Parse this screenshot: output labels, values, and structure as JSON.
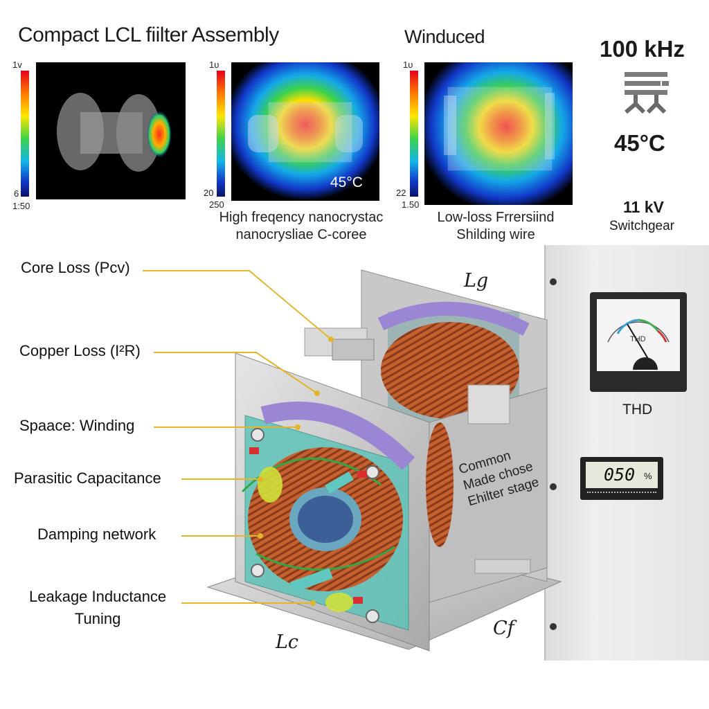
{
  "header": {
    "title": "Compact LCL fiilter Assembly",
    "panel3_title": "Winduced",
    "frequency": "100 kHz",
    "temperature": "45°C"
  },
  "thermal_panels": [
    {
      "scale_top": "1v",
      "scale_mid": "6",
      "scale_bottom": "1:50"
    },
    {
      "scale_top": "1υ",
      "scale_mid": "20",
      "scale_bottom": "250",
      "overlay_temp": "45°C",
      "caption_line1": "High freqency nanocrystac",
      "caption_line2": "nanocrysliae C-coree"
    },
    {
      "scale_top": "1υ",
      "scale_mid": "22",
      "scale_bottom": "1.50",
      "caption_line1": "Low-loss Frrersiind",
      "caption_line2": "Shilding wire"
    }
  ],
  "switchgear": {
    "voltage": "11 kV",
    "label": "Switchgear"
  },
  "callouts": {
    "core_loss": "Core Loss (Pcv)",
    "copper_loss": "Copper Loss (I²R)",
    "winding": "Spaace: Winding",
    "parasitic": "Parasitic Capacitance",
    "damping": "Damping network",
    "leakage_line1": "Leakage Inductance",
    "leakage_line2": "Tuning"
  },
  "inductor_labels": {
    "lg": "Lg",
    "lc": "Lc",
    "cf": "Cf"
  },
  "side_plate": {
    "line1": "Common",
    "line2": "Made chose",
    "line3": "Ehilter stage"
  },
  "meter": {
    "label_inner": "THD",
    "label": "THD"
  },
  "display": {
    "value": "050",
    "unit": "%"
  },
  "colors": {
    "accent_leader": "#e3b52a",
    "copper": "#b4502a",
    "teal_frame": "#5fc3b8",
    "purple_band": "#9b86d4"
  }
}
